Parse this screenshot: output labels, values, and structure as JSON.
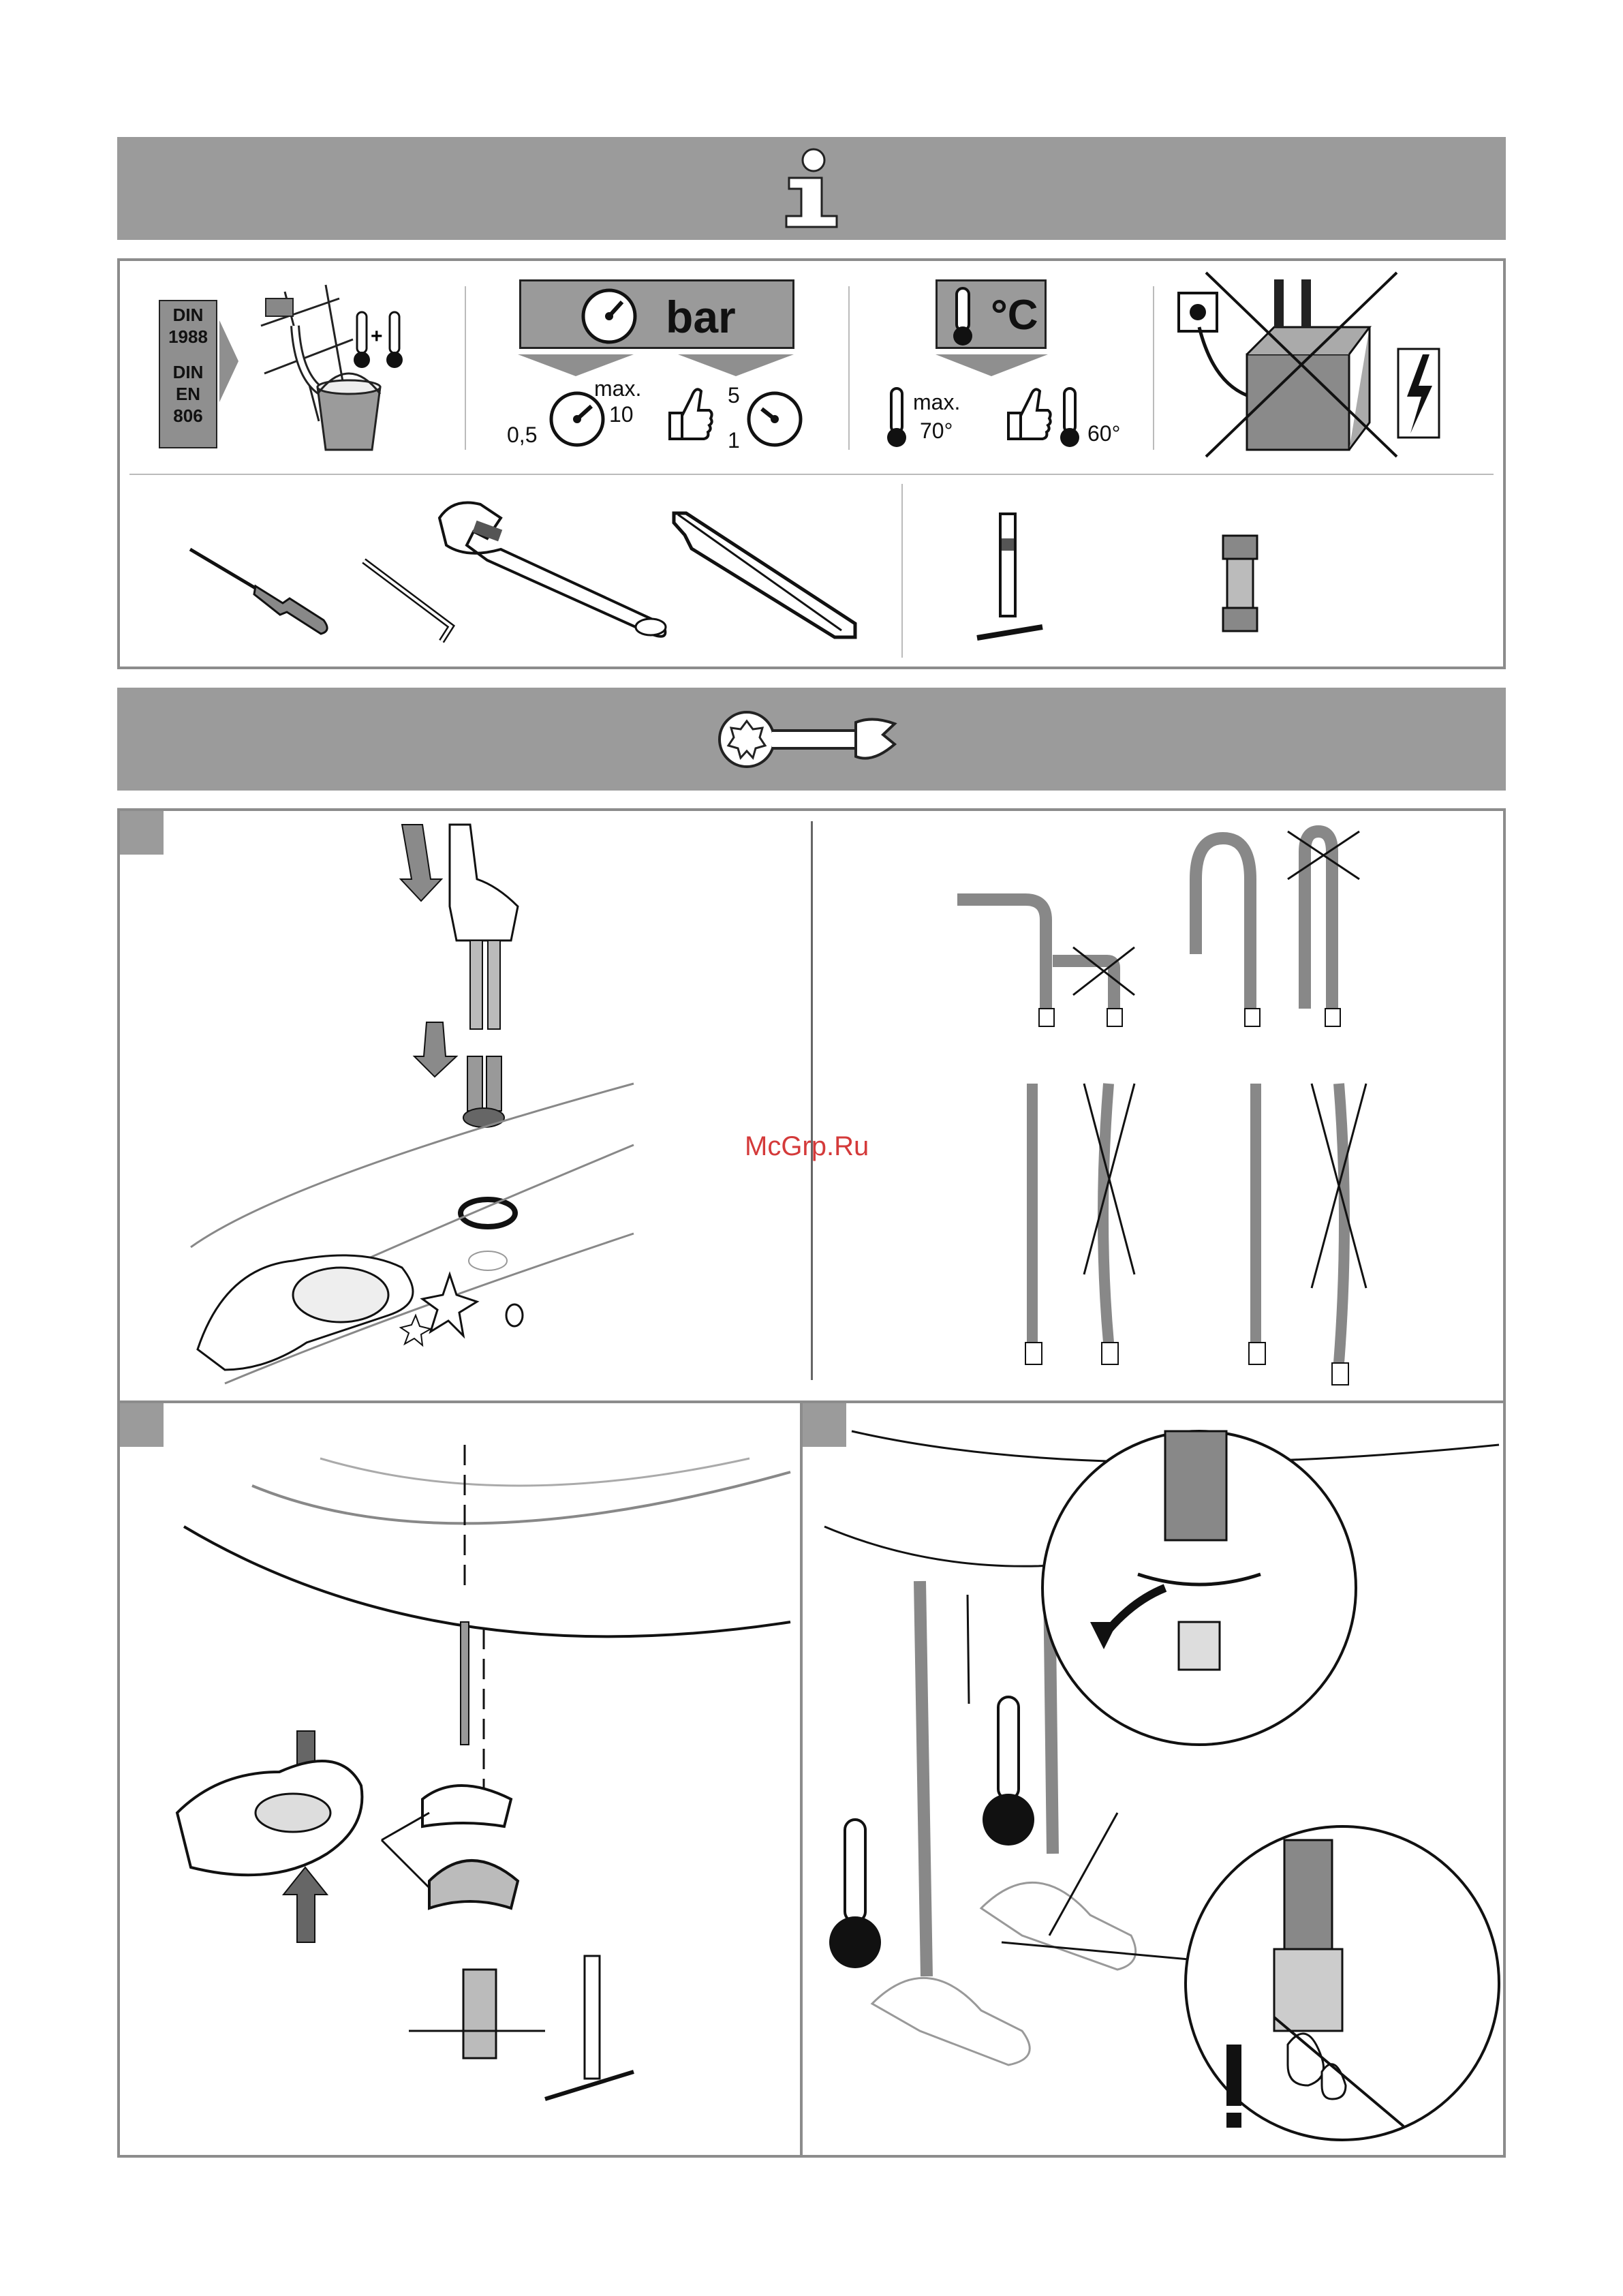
{
  "info_section": {
    "din_lines": [
      "DIN",
      "1988",
      "DIN",
      "EN",
      "806"
    ],
    "pressure": {
      "unit": "bar",
      "min_value": "0,5",
      "max_label": "max.",
      "max_value": "10",
      "recommended_high": "5",
      "recommended_low": "1"
    },
    "temperature": {
      "unit": "°C",
      "max_label": "max.",
      "max_value": "70°",
      "recommended": "60°"
    }
  },
  "watermark": "McGrp.Ru",
  "colors": {
    "band": "#9b9b9b",
    "frame": "#8c8c8c",
    "watermark": "#d43a3a"
  }
}
